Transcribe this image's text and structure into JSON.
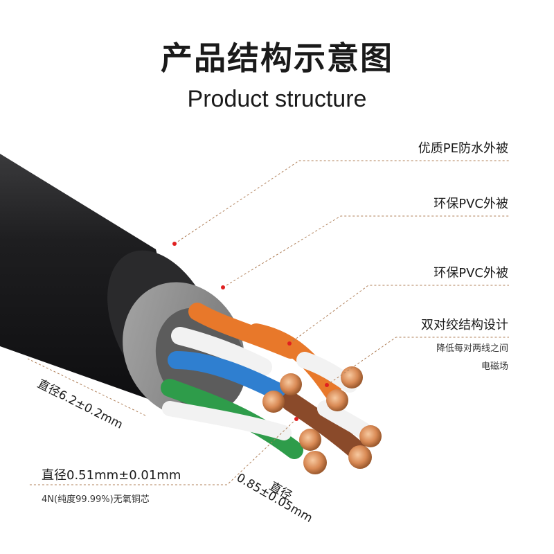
{
  "header": {
    "title_cn": "产品结构示意图",
    "title_en": "Product structure"
  },
  "labels": {
    "outer_jacket": "优质PE防水外被",
    "pvc_jacket_1": "环保PVC外被",
    "pvc_jacket_2": "环保PVC外被",
    "twisted_pair": "双对绞结构设计",
    "twisted_pair_desc_1": "降低每对两线之间",
    "twisted_pair_desc_2": "电磁场",
    "cable_diameter": "直径6.2±0.2mm",
    "conductor_diameter": "直径0.51mm±0.01mm",
    "conductor_material": "4N(纯度99.99%)无氧铜芯",
    "insulation_diameter_1": "直径",
    "insulation_diameter_2": "0.85±0.05mm"
  },
  "colors": {
    "outer_jacket": "#1e1e20",
    "inner_jacket": "#8a8a8a",
    "orange": "#e8782a",
    "blue": "#2f7fd0",
    "green": "#2e9c4a",
    "brown": "#8a4a2a",
    "copper": "#d98a55",
    "leader": "#b0805a",
    "dot": "#e02020"
  }
}
